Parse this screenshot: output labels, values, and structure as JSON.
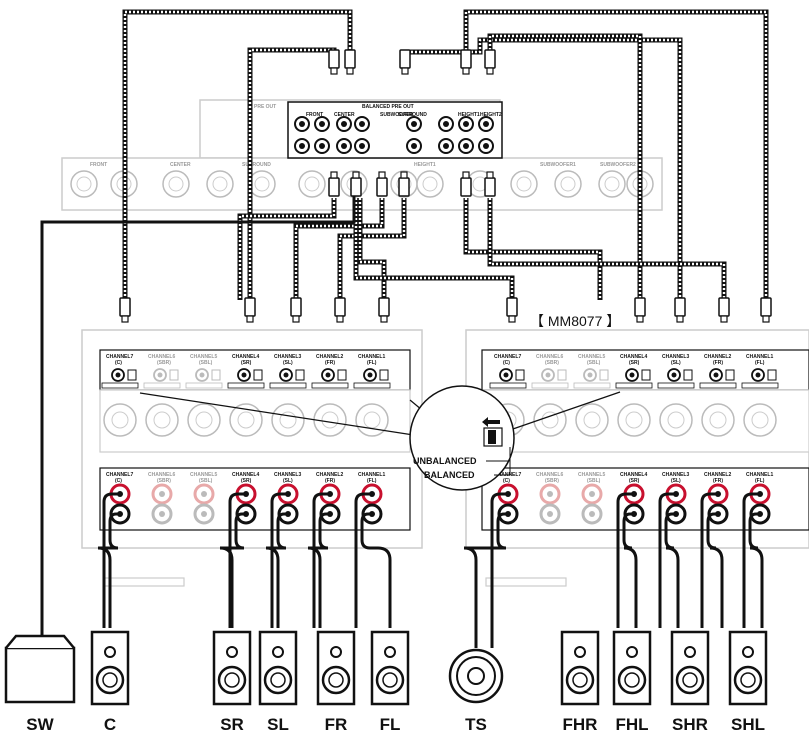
{
  "model_label": "【 MM8077 】",
  "callout": {
    "unbalanced": "UNBALANCED",
    "balanced": "BALANCED"
  },
  "preamp": {
    "section_title": "PRE OUT",
    "balanced_title": "BALANCED PRE OUT",
    "zone_labels": [
      "FRONT",
      "CENTER",
      "SURROUND",
      "HEIGHT1",
      "SUBWOOFER1",
      "SUBWOOFER2"
    ],
    "jack_labels": [
      "FRONT",
      "CENTER",
      "SURROUND",
      "SUBWOOFER",
      "HEIGHT1",
      "HEIGHT2"
    ]
  },
  "amp_left": {
    "channels": [
      {
        "name": "CHANNEL7",
        "sub": "(C)",
        "active": true
      },
      {
        "name": "CHANNEL6",
        "sub": "(SBR)",
        "active": false
      },
      {
        "name": "CHANNEL5",
        "sub": "(SBL)",
        "active": false
      },
      {
        "name": "CHANNEL4",
        "sub": "(SR)",
        "active": true
      },
      {
        "name": "CHANNEL3",
        "sub": "(SL)",
        "active": true
      },
      {
        "name": "CHANNEL2",
        "sub": "(FR)",
        "active": true
      },
      {
        "name": "CHANNEL1",
        "sub": "(FL)",
        "active": true
      }
    ]
  },
  "amp_right": {
    "channels": [
      {
        "name": "CHANNEL7",
        "sub": "(C)",
        "active": true
      },
      {
        "name": "CHANNEL6",
        "sub": "(SBR)",
        "active": false
      },
      {
        "name": "CHANNEL5",
        "sub": "(SBL)",
        "active": false
      },
      {
        "name": "CHANNEL4",
        "sub": "(SR)",
        "active": true
      },
      {
        "name": "CHANNEL3",
        "sub": "(SL)",
        "active": true
      },
      {
        "name": "CHANNEL2",
        "sub": "(FR)",
        "active": true
      },
      {
        "name": "CHANNEL1",
        "sub": "(FL)",
        "active": true
      }
    ]
  },
  "speakers": [
    {
      "id": "sw",
      "label": "SW",
      "kind": "subwoofer"
    },
    {
      "id": "c",
      "label": "C",
      "kind": "bookshelf"
    },
    {
      "id": "sr",
      "label": "SR",
      "kind": "bookshelf"
    },
    {
      "id": "sl",
      "label": "SL",
      "kind": "bookshelf"
    },
    {
      "id": "fr",
      "label": "FR",
      "kind": "bookshelf"
    },
    {
      "id": "fl",
      "label": "FL",
      "kind": "bookshelf"
    },
    {
      "id": "ts",
      "label": "TS",
      "kind": "ceiling"
    },
    {
      "id": "fhr",
      "label": "FHR",
      "kind": "bookshelf"
    },
    {
      "id": "fhl",
      "label": "FHL",
      "kind": "bookshelf"
    },
    {
      "id": "shr",
      "label": "SHR",
      "kind": "bookshelf"
    },
    {
      "id": "shl",
      "label": "SHL",
      "kind": "bookshelf"
    }
  ],
  "colors": {
    "cable": "#111111",
    "rca_red": "#c8102e",
    "panel_line": "#222222",
    "panel_faded": "#bbbbbb"
  }
}
